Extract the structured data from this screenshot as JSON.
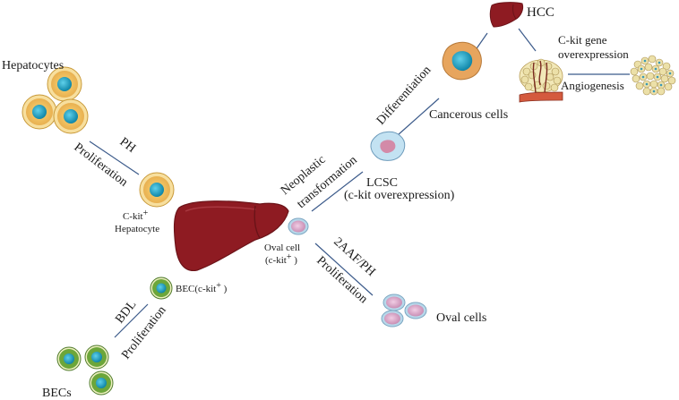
{
  "colors": {
    "line": "#3b5a8a",
    "liver": "#8e1b22",
    "liver_edge": "#6c1419",
    "hepatocyte_fill": "#f2c870",
    "hepatocyte_ring": "#f8e0a0",
    "nucleus_blue": "#1a9cc0",
    "bec_fill": "#6ca63a",
    "oval_fill": "#d7a6c6",
    "oval_ring": "#8fbcd6",
    "lcsc_fill": "#bfe0f0",
    "cancer_fill": "#e7a55e"
  },
  "labels": {
    "hepatocytes": "Hepatocytes",
    "ph": "PH",
    "proliferation_hep": "Proliferation",
    "ckit_plus_hep_line1": "C-kit",
    "ckit_plus_hep_sup": "+",
    "ckit_plus_hep_line2": "Hepatocyte",
    "oval_cell_line1": "Oval cell",
    "oval_cell_line2": "(c-kit",
    "oval_cell_sup": "+",
    "oval_cell_close": " )",
    "bec_ckit": "BEC(c-kit",
    "bec_ckit_sup": "+",
    "bec_ckit_close": " )",
    "bdl": "BDL",
    "proliferation_bec": "Proliferation",
    "becs": "BECs",
    "neoplastic_line1": "Neoplastic",
    "neoplastic_line2": "transformation",
    "lcsc_line1": "LCSC",
    "lcsc_line2": "(c-kit overexpression)",
    "differentiation": "Differentiation",
    "cancerous_cells": "Cancerous cells",
    "hcc": "HCC",
    "ckit_gene_line1": "C-kit gene",
    "ckit_gene_line2": "overexpression",
    "angiogenesis": "Angiogenesis",
    "aaf_ph": "2AAF/PH",
    "proliferation_oval": "Proliferation",
    "oval_cells": "Oval cells"
  }
}
